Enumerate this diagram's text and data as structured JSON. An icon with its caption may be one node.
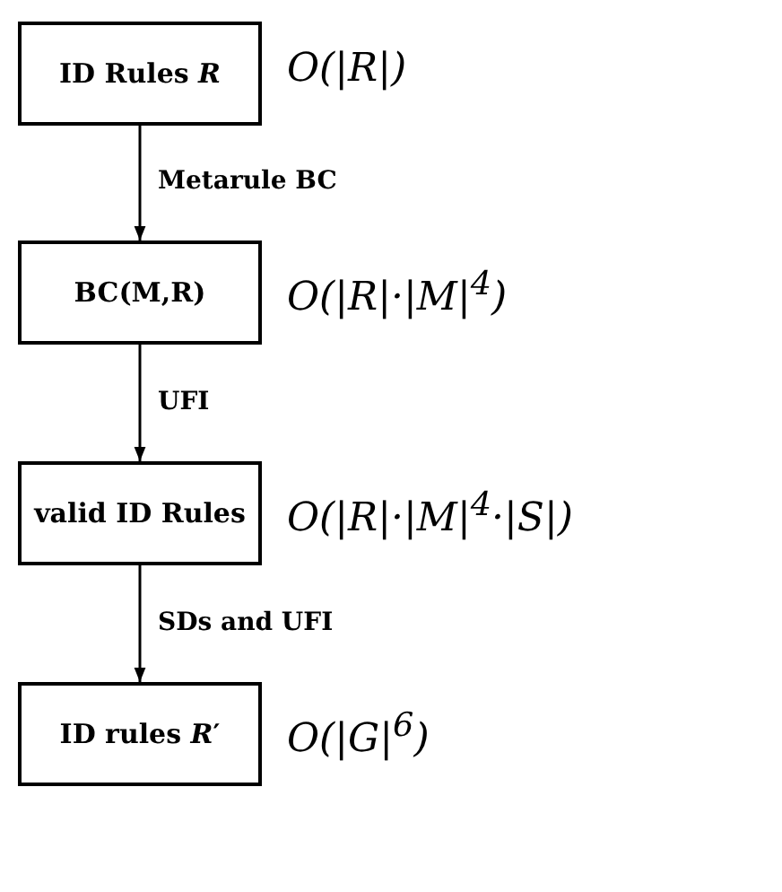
{
  "diagram": {
    "nodes": [
      {
        "text": [
          "ID Rules *R*"
        ],
        "beside": [
          "O(|R|)"
        ]
      },
      {
        "text": [
          "BC(M,R)"
        ],
        "beside": [
          "O(|R|·|M|$^{4}$)"
        ]
      },
      {
        "text": [
          "valid ID Rules"
        ],
        "beside": [
          "O(|R|·|M|$^{4}$·|S|)"
        ]
      },
      {
        "text": [
          "ID rules *R*′"
        ],
        "beside": [
          "O(|G|$^{6}$)"
        ]
      }
    ],
    "edges": [
      {
        "from": 0,
        "to": 1,
        "arrow": "to",
        "label": "Metarule BC"
      },
      {
        "from": 1,
        "to": 2,
        "arrow": "to",
        "label": "UFI"
      },
      {
        "from": 2,
        "to": 3,
        "arrow": "to",
        "label": "SDs and UFI"
      }
    ]
  }
}
